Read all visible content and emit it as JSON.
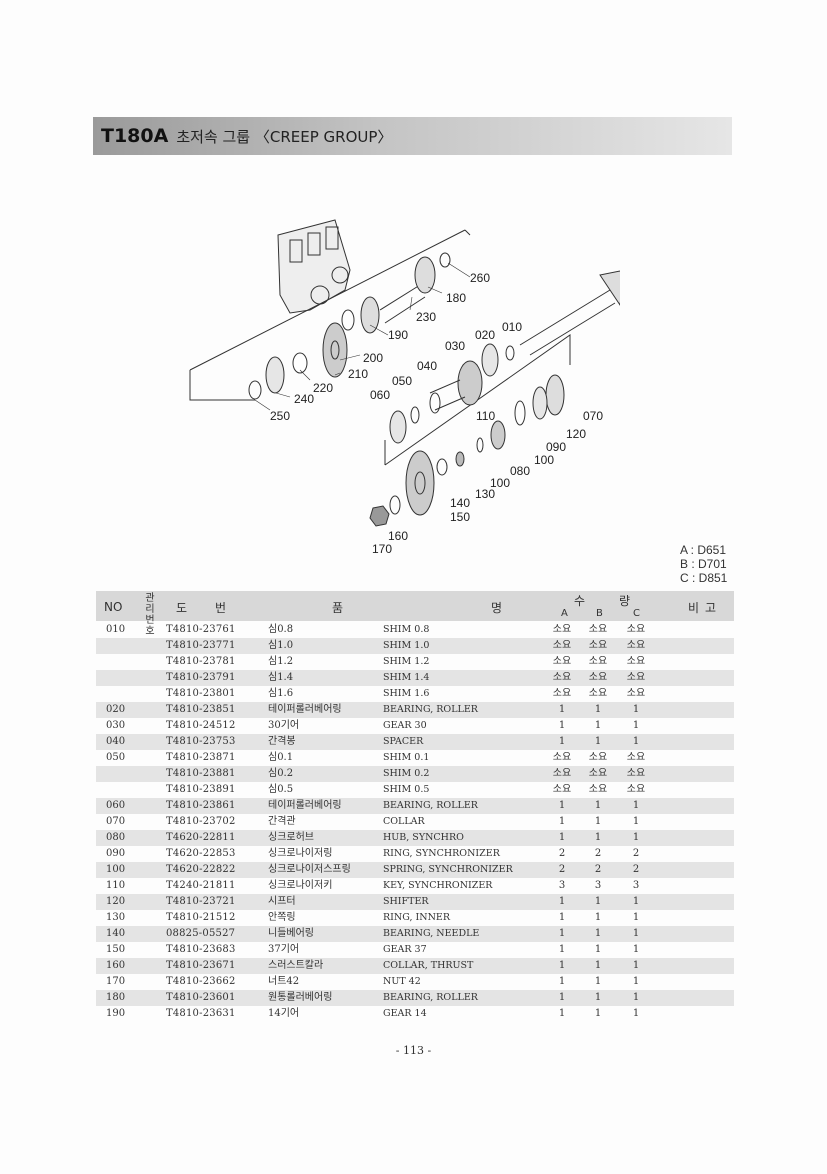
{
  "header": {
    "model": "T180A",
    "name": "초저속 그룹 〈CREEP GROUP〉"
  },
  "diagram": {
    "callouts": [
      "260",
      "180",
      "230",
      "190",
      "010",
      "020",
      "030",
      "040",
      "200",
      "210",
      "050",
      "220",
      "240",
      "060",
      "250",
      "070",
      "110",
      "120",
      "090",
      "100",
      "080",
      "100",
      "130",
      "140",
      "150",
      "160",
      "170"
    ]
  },
  "legend": [
    "A : D651",
    "B : D701",
    "C : D851"
  ],
  "table": {
    "headers": {
      "no": "NO",
      "gwanri": "관리번호",
      "dobeon": "도번",
      "pum": "품",
      "myeong": "명",
      "su": "수",
      "ryang": "량",
      "a": "A",
      "b": "B",
      "c": "C",
      "bigo": "비고"
    },
    "rows": [
      {
        "no": "010",
        "part": "T4810-23761",
        "kr": "심0.8",
        "en": "SHIM 0.8",
        "a": "소요",
        "b": "소요",
        "c": "소요"
      },
      {
        "no": "",
        "part": "T4810-23771",
        "kr": "심1.0",
        "en": "SHIM 1.0",
        "a": "소요",
        "b": "소요",
        "c": "소요"
      },
      {
        "no": "",
        "part": "T4810-23781",
        "kr": "심1.2",
        "en": "SHIM 1.2",
        "a": "소요",
        "b": "소요",
        "c": "소요"
      },
      {
        "no": "",
        "part": "T4810-23791",
        "kr": "심1.4",
        "en": "SHIM 1.4",
        "a": "소요",
        "b": "소요",
        "c": "소요"
      },
      {
        "no": "",
        "part": "T4810-23801",
        "kr": "심1.6",
        "en": "SHIM 1.6",
        "a": "소요",
        "b": "소요",
        "c": "소요"
      },
      {
        "no": "020",
        "part": "T4810-23851",
        "kr": "테이퍼롤러베어링",
        "en": "BEARING, ROLLER",
        "a": "1",
        "b": "1",
        "c": "1"
      },
      {
        "no": "030",
        "part": "T4810-24512",
        "kr": "30기어",
        "en": "GEAR 30",
        "a": "1",
        "b": "1",
        "c": "1"
      },
      {
        "no": "040",
        "part": "T4810-23753",
        "kr": "간격봉",
        "en": "SPACER",
        "a": "1",
        "b": "1",
        "c": "1"
      },
      {
        "no": "050",
        "part": "T4810-23871",
        "kr": "심0.1",
        "en": "SHIM 0.1",
        "a": "소요",
        "b": "소요",
        "c": "소요"
      },
      {
        "no": "",
        "part": "T4810-23881",
        "kr": "심0.2",
        "en": "SHIM 0.2",
        "a": "소요",
        "b": "소요",
        "c": "소요"
      },
      {
        "no": "",
        "part": "T4810-23891",
        "kr": "심0.5",
        "en": "SHIM 0.5",
        "a": "소요",
        "b": "소요",
        "c": "소요"
      },
      {
        "no": "060",
        "part": "T4810-23861",
        "kr": "테이퍼롤러베어링",
        "en": "BEARING, ROLLER",
        "a": "1",
        "b": "1",
        "c": "1"
      },
      {
        "no": "070",
        "part": "T4810-23702",
        "kr": "간격관",
        "en": "COLLAR",
        "a": "1",
        "b": "1",
        "c": "1"
      },
      {
        "no": "080",
        "part": "T4620-22811",
        "kr": "싱크로허브",
        "en": "HUB, SYNCHRO",
        "a": "1",
        "b": "1",
        "c": "1"
      },
      {
        "no": "090",
        "part": "T4620-22853",
        "kr": "싱크로나이저링",
        "en": "RING, SYNCHRONIZER",
        "a": "2",
        "b": "2",
        "c": "2"
      },
      {
        "no": "100",
        "part": "T4620-22822",
        "kr": "싱크로나이저스프링",
        "en": "SPRING, SYNCHRONIZER",
        "a": "2",
        "b": "2",
        "c": "2"
      },
      {
        "no": "110",
        "part": "T4240-21811",
        "kr": "싱크로나이저키",
        "en": "KEY, SYNCHRONIZER",
        "a": "3",
        "b": "3",
        "c": "3"
      },
      {
        "no": "120",
        "part": "T4810-23721",
        "kr": "시프터",
        "en": "SHIFTER",
        "a": "1",
        "b": "1",
        "c": "1"
      },
      {
        "no": "130",
        "part": "T4810-21512",
        "kr": "안쪽링",
        "en": "RING, INNER",
        "a": "1",
        "b": "1",
        "c": "1"
      },
      {
        "no": "140",
        "part": "08825-05527",
        "kr": "니들베어링",
        "en": "BEARING, NEEDLE",
        "a": "1",
        "b": "1",
        "c": "1"
      },
      {
        "no": "150",
        "part": "T4810-23683",
        "kr": "37기어",
        "en": "GEAR 37",
        "a": "1",
        "b": "1",
        "c": "1"
      },
      {
        "no": "160",
        "part": "T4810-23671",
        "kr": "스러스트칼라",
        "en": "COLLAR, THRUST",
        "a": "1",
        "b": "1",
        "c": "1"
      },
      {
        "no": "170",
        "part": "T4810-23662",
        "kr": "너트42",
        "en": "NUT 42",
        "a": "1",
        "b": "1",
        "c": "1"
      },
      {
        "no": "180",
        "part": "T4810-23601",
        "kr": "원통롤러베어링",
        "en": "BEARING, ROLLER",
        "a": "1",
        "b": "1",
        "c": "1"
      },
      {
        "no": "190",
        "part": "T4810-23631",
        "kr": "14기어",
        "en": "GEAR 14",
        "a": "1",
        "b": "1",
        "c": "1"
      }
    ]
  },
  "page_number": "- 113 -"
}
